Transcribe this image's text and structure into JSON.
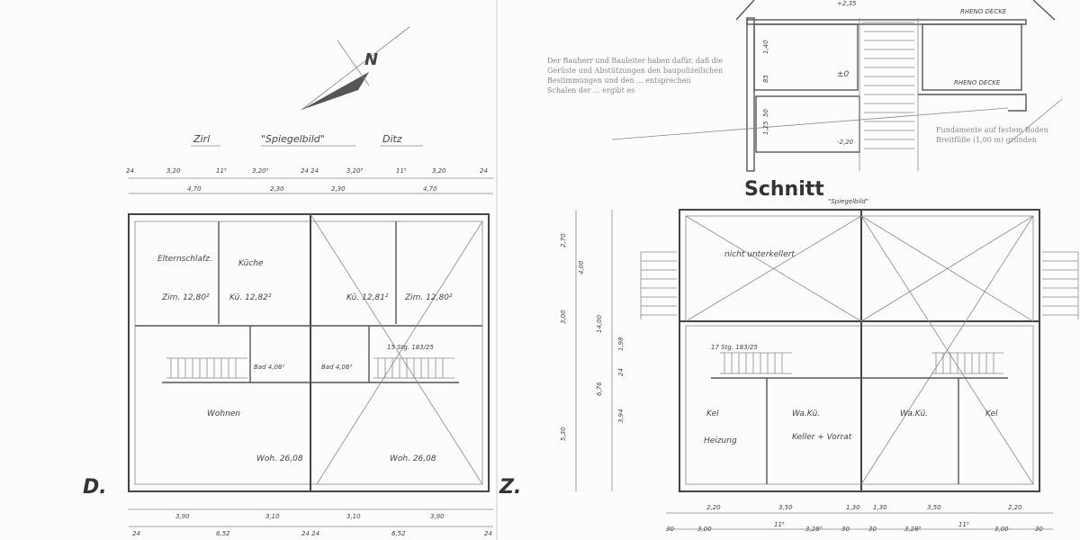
{
  "title": {
    "left": "Zirl",
    "center": "\"Spiegelbild\"",
    "right": "Ditz"
  },
  "north_label": "N",
  "plan_left": {
    "top_dims_row1": [
      "24",
      "3,20",
      "11⁵",
      "3,20⁵",
      "24 24",
      "3,20⁵",
      "11⁵",
      "3,20",
      "24"
    ],
    "top_dims_row2": [
      "4,70",
      "2,30",
      "2,30",
      "4,70"
    ],
    "rooms": [
      "Elternschlafz.",
      "Zim. 12,80²",
      "Küche",
      "Kü. 12,82²",
      "Kü. 12,81²",
      "Zim. 12,80²",
      "Bad 4,08²",
      "Bad 4,08²",
      "15 Stg. 183/25",
      "Wohnen",
      "Woh. 26,08",
      "Woh. 26,08"
    ],
    "bottom_dims_row1": [
      "3,90",
      "3,10",
      "3,10",
      "3,90"
    ],
    "bottom_dims_row2": [
      "24",
      "6,52",
      "24 24",
      "6,52",
      "24"
    ],
    "side_labels": [
      "D.",
      "Z."
    ]
  },
  "section": {
    "levels": [
      "+2,35",
      "±0",
      "-2,20"
    ],
    "ceiling_labels": [
      "RHENO DECKE",
      "RHENO DECKE"
    ],
    "heights": [
      "1,40",
      "85",
      "1,25",
      "50"
    ],
    "stamp_left": [
      "Der Bauherr und Bauleiter haben dafür, daß die",
      "Gerüste und Abstützungen den baupolizeilichen",
      "Bestimmungen und den ... entsprechen",
      "Schalen der ... ergibt es"
    ],
    "stamp_right": [
      "Fundamente auf festem Boden",
      "Breitfüße (1,00 m) gründen"
    ],
    "title": "Schnitt",
    "subtitle": "\"Spiegelbild\""
  },
  "plan_right": {
    "rooms": [
      "nicht unterkellert",
      "17 Stg. 183/25",
      "Kel",
      "Heizung",
      "Wa.Kü.",
      "Keller + Vorrat",
      "Wa.Kü.",
      "Kel"
    ],
    "left_dims": [
      "2,70",
      "4,00",
      "3,00",
      "14,00",
      "1,98",
      "24",
      "3,94",
      "6,76",
      "5,30"
    ],
    "bottom_dims_row1": [
      "2,20",
      "3,50",
      "1,30",
      "1,30",
      "3,50",
      "2,20"
    ],
    "bottom_dims_row2": [
      "30",
      "3,00",
      "11⁵",
      "3,28⁵",
      "30",
      "30",
      "3,28⁵",
      "11⁵",
      "3,00",
      "30"
    ]
  }
}
